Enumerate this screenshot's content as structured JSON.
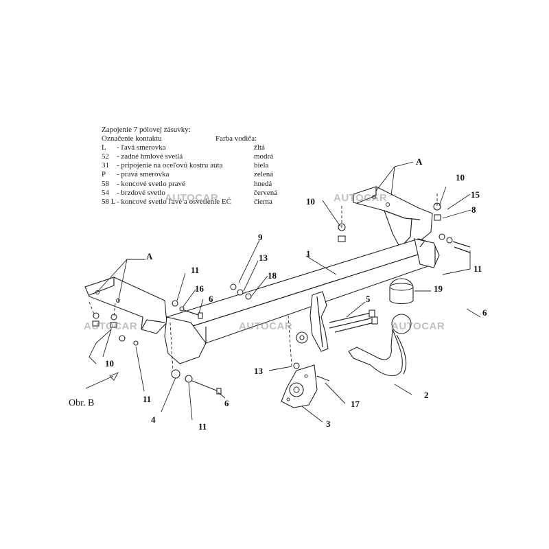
{
  "legend": {
    "title": "Zapojenie 7 pólovej zásuvky:",
    "header_contact": "Označenie kontaktu",
    "header_color": "Farba vodiča:",
    "rows": [
      {
        "code": "L",
        "desc": "- ľavá smerovka",
        "color": "žltá"
      },
      {
        "code": "52",
        "desc": "- zadné hmlové svetlá",
        "color": "modrá"
      },
      {
        "code": "31",
        "desc": "- pripojenie na oceľovú kostru auta",
        "color": "biela"
      },
      {
        "code": "P",
        "desc": "- pravá smerovka",
        "color": "zelená"
      },
      {
        "code": "58",
        "desc": "- koncové svetlo pravé",
        "color": "hnedá"
      },
      {
        "code": "54",
        "desc": "- brzdové svetlo",
        "color": "červená"
      },
      {
        "code": "58 L",
        "desc": "- koncové svetlo ľavé a osvetlenie EČ",
        "color": "čierna"
      }
    ]
  },
  "watermark": "AUTOCAR",
  "figure_label": "Obr. B",
  "callouts": {
    "a_right": "A",
    "a_left": "A",
    "n1": "1",
    "n2": "2",
    "n3": "3",
    "n4": "4",
    "n5": "5",
    "n6_a": "6",
    "n6_b": "6",
    "n6_c": "6",
    "n8": "8",
    "n9": "9",
    "n10_a": "10",
    "n10_b": "10",
    "n10_c": "10",
    "n11_a": "11",
    "n11_b": "11",
    "n11_c": "11",
    "n11_d": "11",
    "n13_a": "13",
    "n13_b": "13",
    "n15": "15",
    "n16": "16",
    "n17": "17",
    "n18": "18",
    "n19": "19"
  }
}
